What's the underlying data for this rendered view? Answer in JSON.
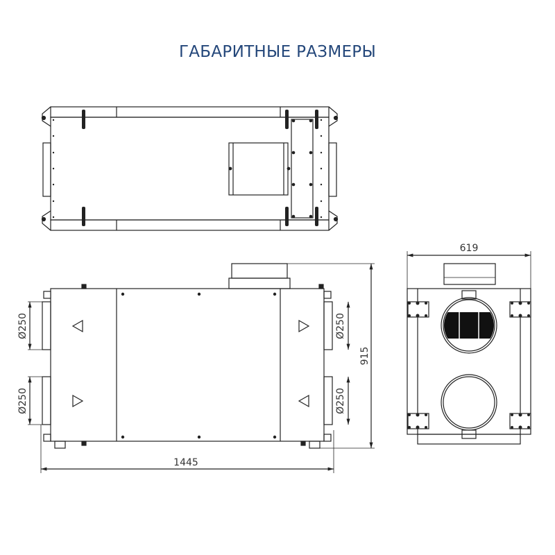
{
  "title": "ГАБАРИТНЫЕ РАЗМЕРЫ",
  "views": {
    "top": {
      "label": "top-view"
    },
    "front": {
      "label": "front-view"
    },
    "side": {
      "label": "side-view"
    }
  },
  "dimensions": {
    "length": "1445",
    "height": "915",
    "width": "619",
    "duct_left_top": "Ø250",
    "duct_left_bottom": "Ø250",
    "duct_right_top": "Ø250",
    "duct_right_bottom": "Ø250"
  },
  "colors": {
    "title": "#24477a",
    "lines": "#222222"
  }
}
